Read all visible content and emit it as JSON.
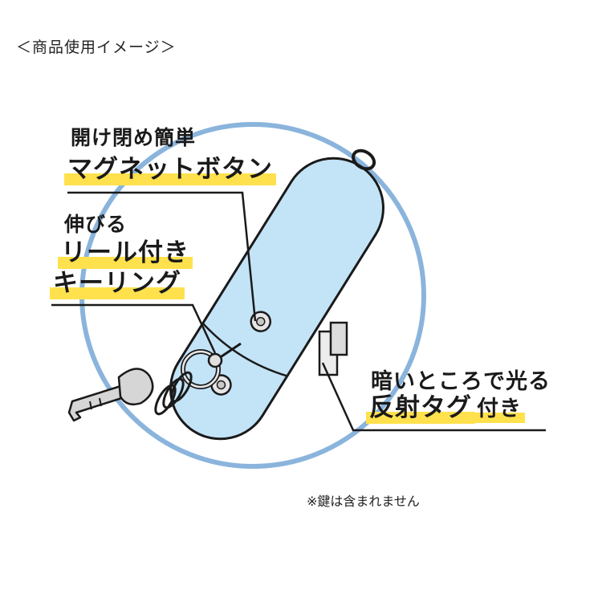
{
  "caption": "＜商品使用イメージ＞",
  "callouts": {
    "magnet": {
      "sub": "開け閉め簡単",
      "main": "マグネットボタン"
    },
    "reel": {
      "sub": "伸びる",
      "main_line1": "リール付き",
      "main_line2": "キーリング"
    },
    "reflector": {
      "sub": "暗いところで光る",
      "main": "反射タグ",
      "suffix": "付き"
    }
  },
  "note": "※鍵は含まれません",
  "colors": {
    "circle": "#8ab4dc",
    "case_fill": "#c3e3f7",
    "outline": "#1a1a1a",
    "highlight": "#ffe14d",
    "key": "#d6d6d6"
  }
}
